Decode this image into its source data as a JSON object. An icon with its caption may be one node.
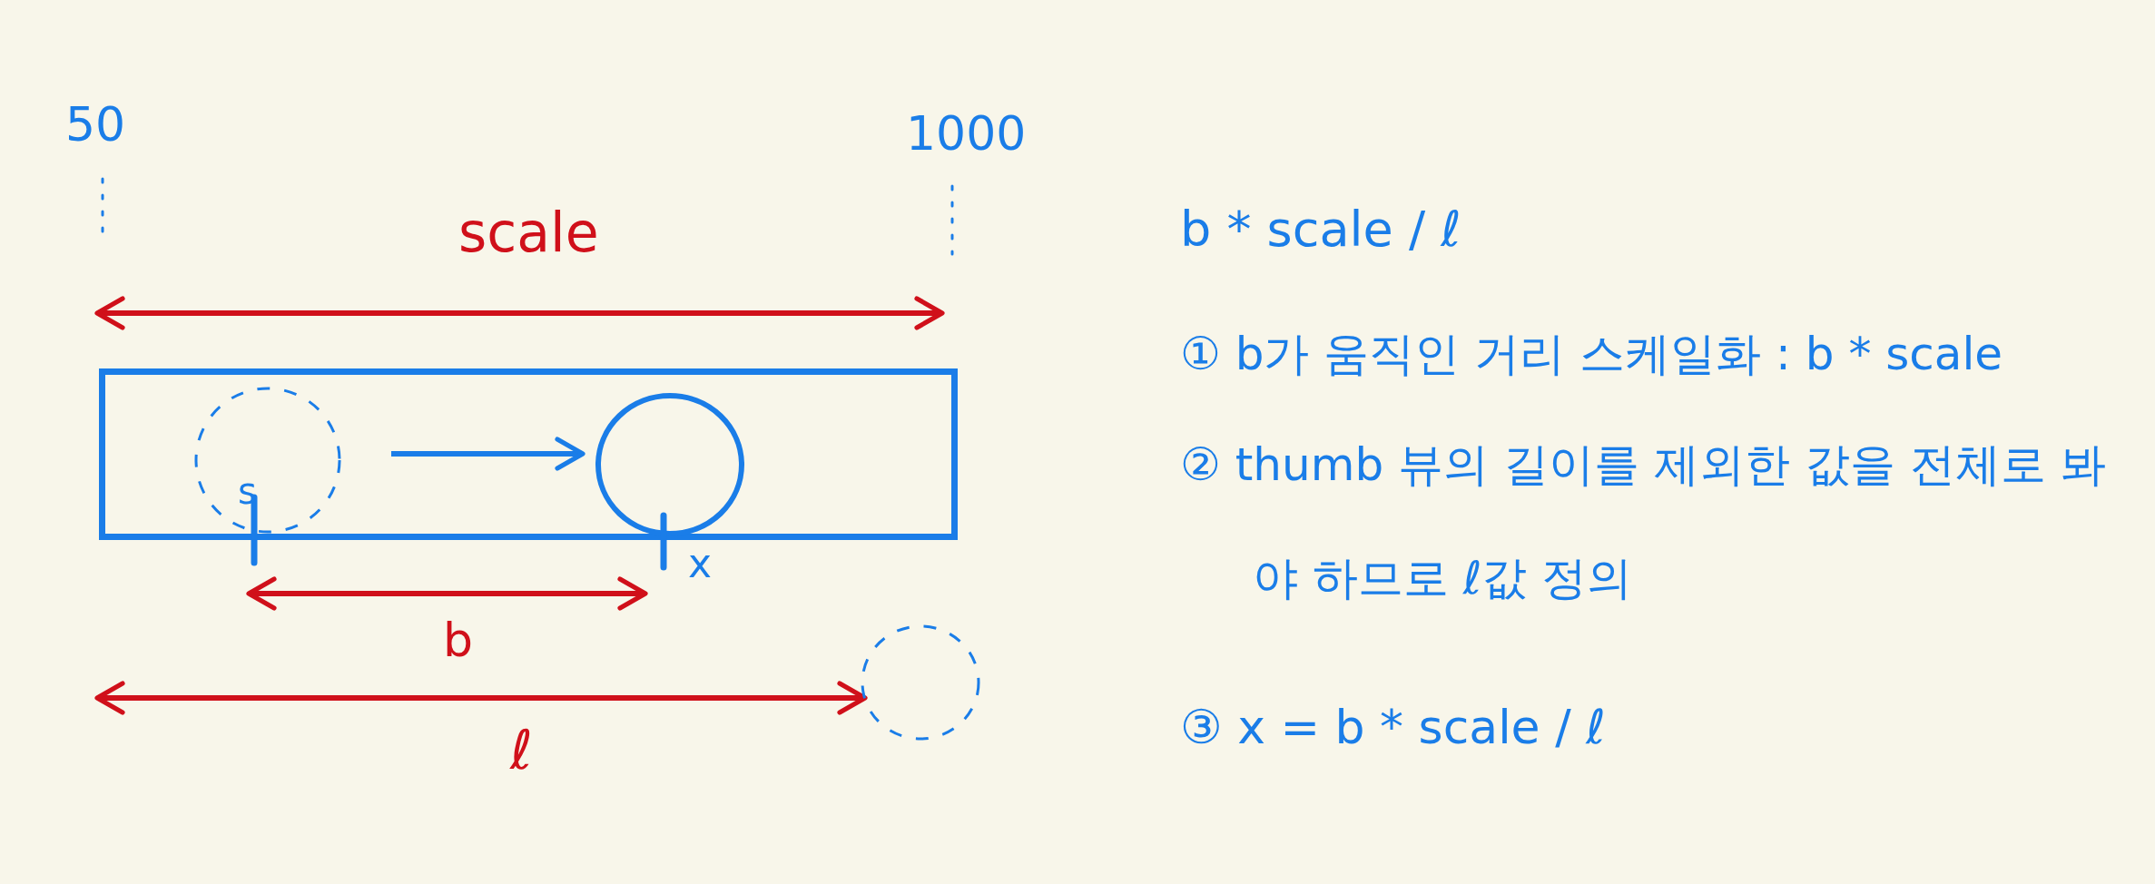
{
  "diagram": {
    "nodes": [
      {
        "text": [],
        "shape": "box"
      },
      {
        "text": [],
        "shape": "circle",
        "in": 0
      },
      {
        "text": [],
        "shape": "circle",
        "in": 0
      },
      {
        "text": [],
        "shape": "circle"
      }
    ],
    "edges": [
      {
        "from": 1,
        "to": 2,
        "arrow": "to"
      }
    ],
    "labels": [
      "50",
      "1000",
      "scale",
      "s",
      "x",
      "b",
      "ℓ",
      "b * scale / ℓ",
      "① b가 움직인 거리 스케일화 : b * scale",
      "② thumb 뷰의 길이를 제외한 값을 전체로 봐야 하므로 ℓ값 정의",
      "③ x = b * scale / ℓ"
    ]
  }
}
